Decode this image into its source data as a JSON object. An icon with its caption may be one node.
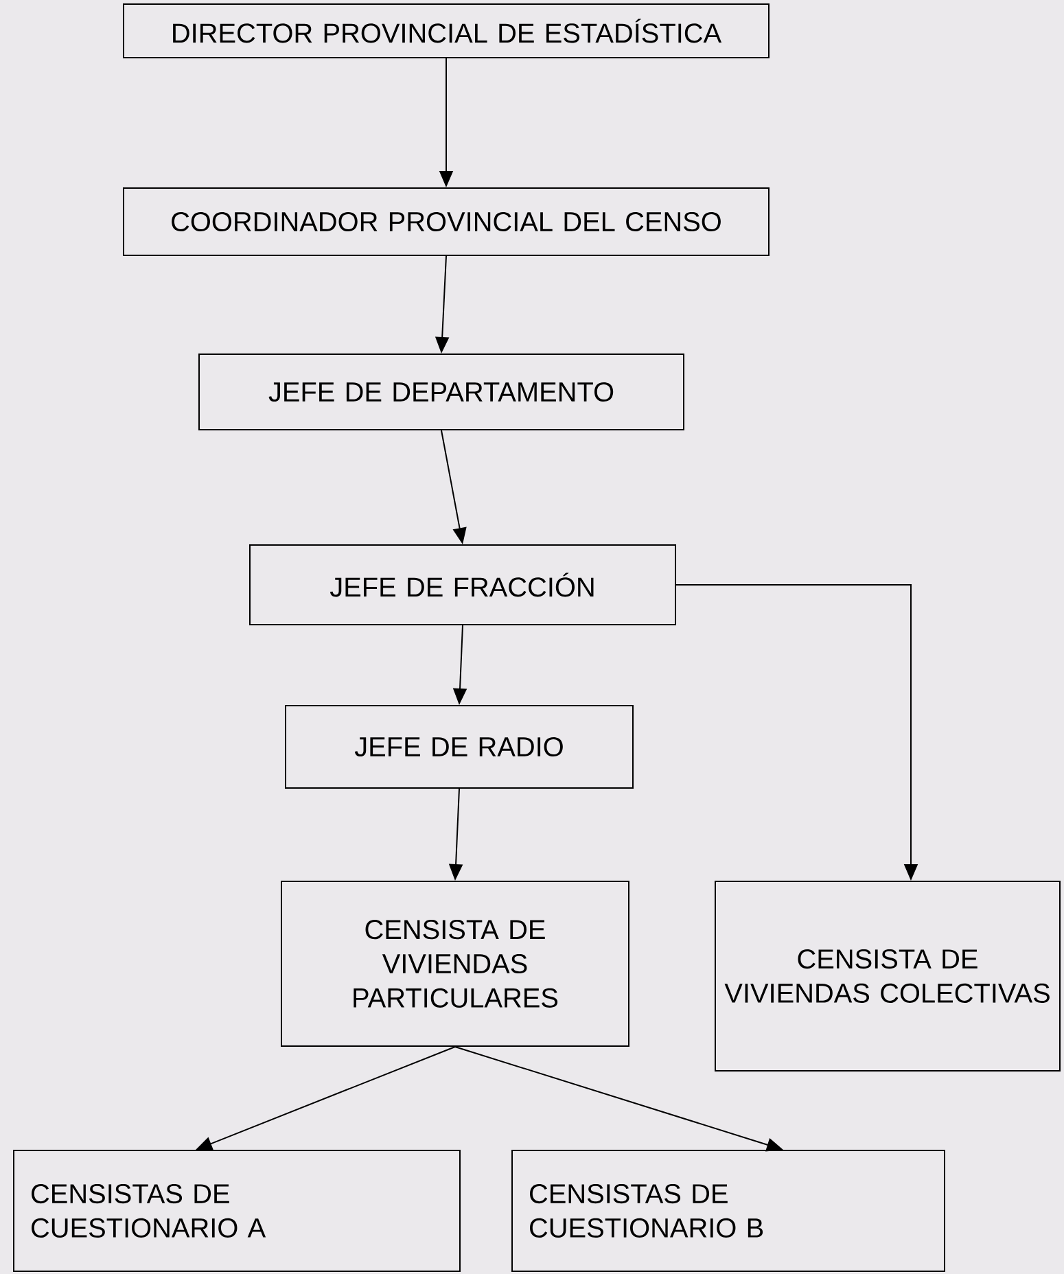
{
  "diagram": {
    "nodes": [
      {
        "text": [
          "DIRECTOR PROVINCIAL DE ESTADÍSTICA"
        ]
      },
      {
        "text": [
          "COORDINADOR PROVINCIAL DEL CENSO"
        ]
      },
      {
        "text": [
          "JEFE DE DEPARTAMENTO"
        ]
      },
      {
        "text": [
          "JEFE DE FRACCIÓN"
        ]
      },
      {
        "text": [
          "JEFE DE RADIO"
        ]
      },
      {
        "text": [
          "CENSISTA DE VIVIENDAS PARTICULARES"
        ]
      },
      {
        "text": [
          "CENSISTA DE VIVIENDAS COLECTIVAS"
        ]
      },
      {
        "text": [
          "CENSISTAS DE CUESTIONARIO A"
        ]
      },
      {
        "text": [
          "CENSISTAS DE CUESTIONARIO B"
        ]
      }
    ],
    "edges": [
      {
        "from": 0,
        "to": 1,
        "arrow": "to"
      },
      {
        "from": 1,
        "to": 2,
        "arrow": "to"
      },
      {
        "from": 2,
        "to": 3,
        "arrow": "to"
      },
      {
        "from": 3,
        "to": 4,
        "arrow": "to"
      },
      {
        "from": 4,
        "to": 5,
        "arrow": "to"
      },
      {
        "from": 3,
        "to": 6,
        "arrow": "to"
      },
      {
        "from": 5,
        "to": 7,
        "arrow": "to"
      },
      {
        "from": 5,
        "to": 8,
        "arrow": "to"
      }
    ]
  }
}
